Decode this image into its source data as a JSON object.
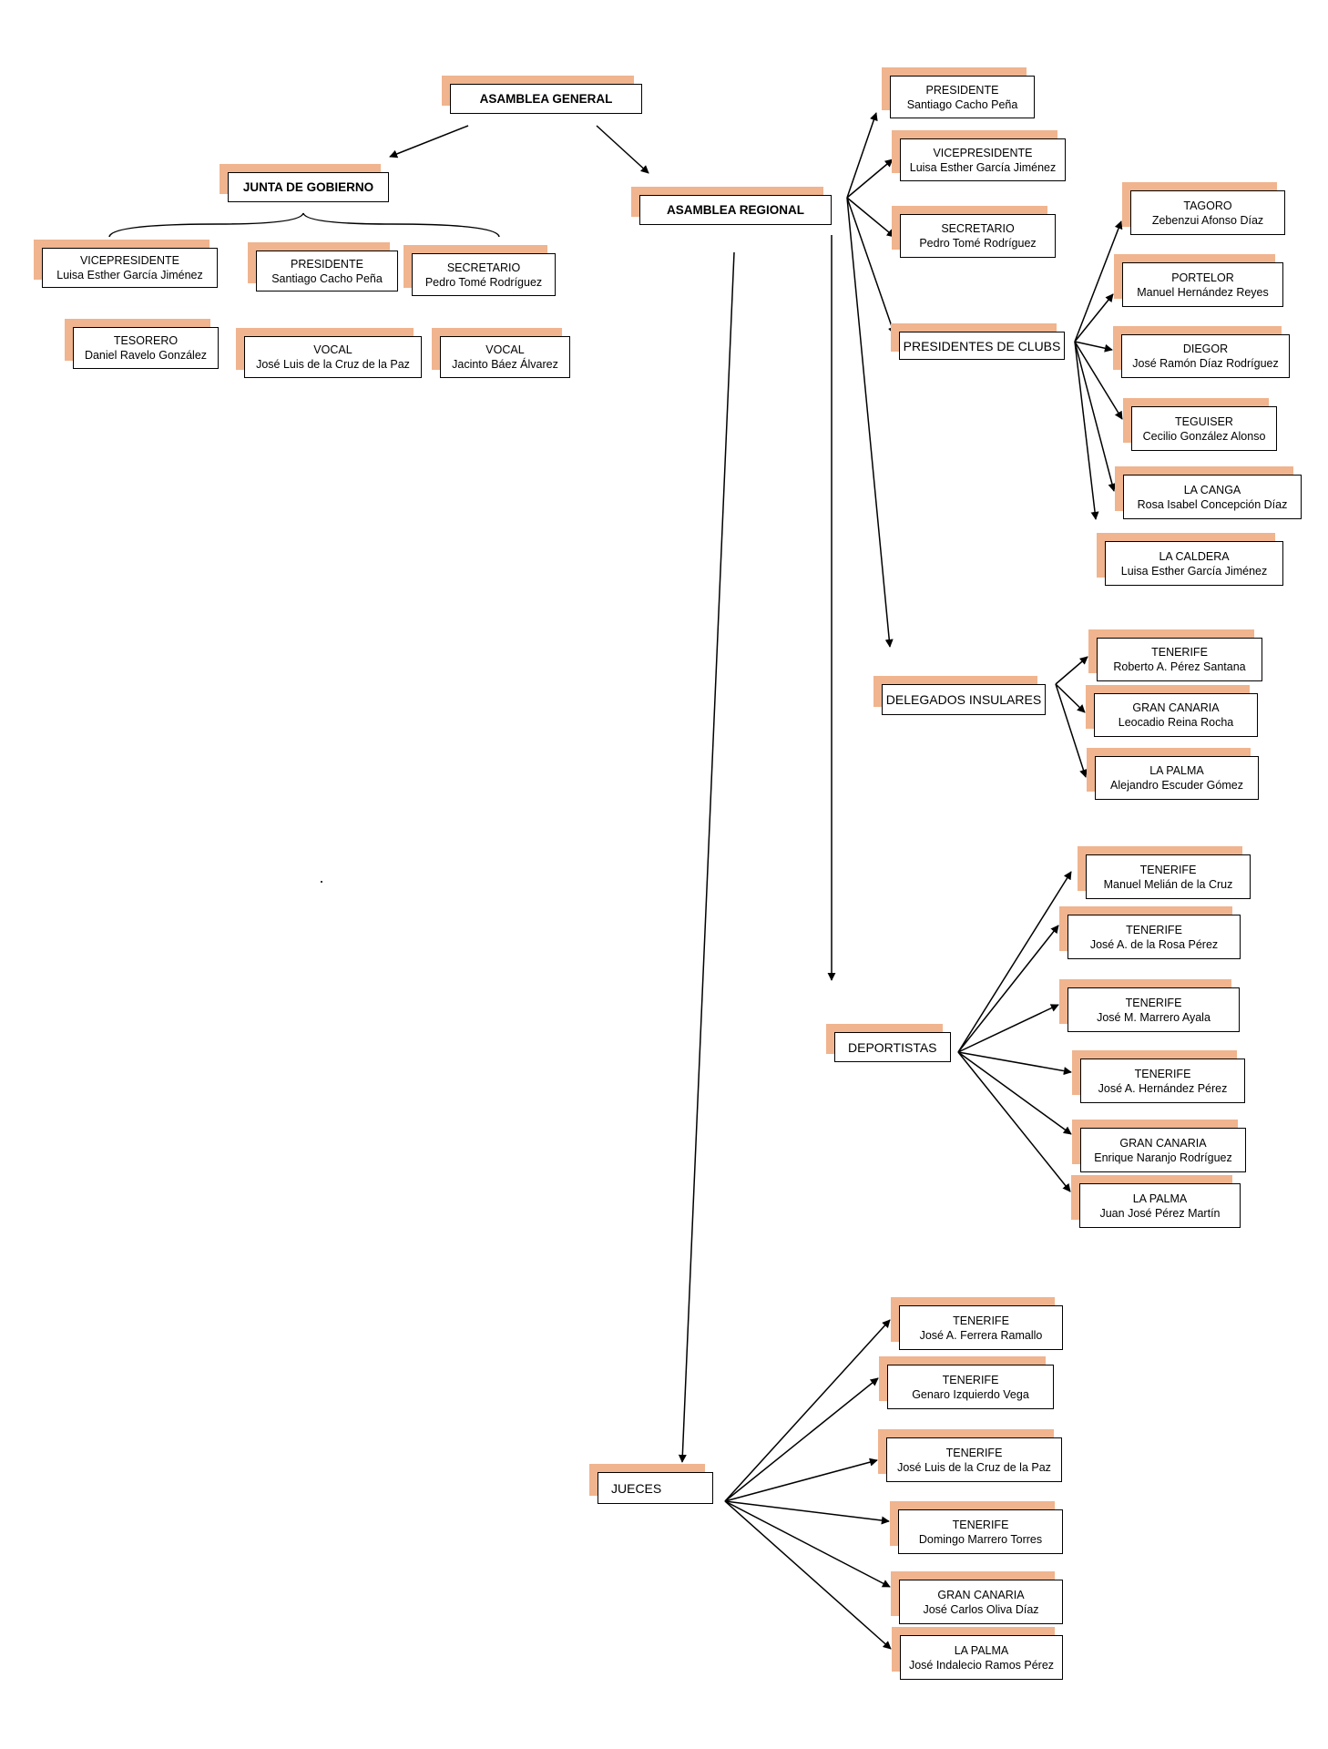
{
  "colors": {
    "shadow": "#f0b48e",
    "line": "#000000",
    "box_border": "#000000"
  },
  "top": {
    "asamblea_general": "ASAMBLEA GENERAL",
    "junta_de_gobierno": "JUNTA DE GOBIERNO",
    "asamblea_regional": "ASAMBLEA REGIONAL"
  },
  "junta": [
    {
      "role": "VICEPRESIDENTE",
      "name": "Luisa Esther García Jiménez"
    },
    {
      "role": "PRESIDENTE",
      "name": "Santiago Cacho Peña"
    },
    {
      "role": "SECRETARIO",
      "name": "Pedro Tomé Rodríguez"
    },
    {
      "role": "TESORERO",
      "name": "Daniel Ravelo González"
    },
    {
      "role": "VOCAL",
      "name": "José Luis de la Cruz de la Paz"
    },
    {
      "role": "VOCAL",
      "name": "Jacinto Báez Álvarez"
    }
  ],
  "regional": [
    {
      "role": "PRESIDENTE",
      "name": "Santiago Cacho Peña"
    },
    {
      "role": "VICEPRESIDENTE",
      "name": "Luisa Esther García Jiménez"
    },
    {
      "role": "SECRETARIO",
      "name": "Pedro Tomé Rodríguez"
    }
  ],
  "groups": {
    "presidentes_clubs": "PRESIDENTES DE CLUBS",
    "delegados_insulares": "DELEGADOS INSULARES",
    "deportistas": "DEPORTISTAS",
    "jueces": "JUECES"
  },
  "clubs": [
    {
      "role": "TAGORO",
      "name": "Zebenzui Afonso Díaz"
    },
    {
      "role": "PORTELOR",
      "name": "Manuel Hernández Reyes"
    },
    {
      "role": "DIEGOR",
      "name": "José Ramón Díaz Rodríguez"
    },
    {
      "role": "TEGUISER",
      "name": "Cecilio González Alonso"
    },
    {
      "role": "LA CANGA",
      "name": "Rosa Isabel Concepción Díaz"
    },
    {
      "role": "LA CALDERA",
      "name": "Luisa Esther García Jiménez"
    }
  ],
  "delegados": [
    {
      "role": "TENERIFE",
      "name": "Roberto A. Pérez Santana"
    },
    {
      "role": "GRAN CANARIA",
      "name": "Leocadio Reina Rocha"
    },
    {
      "role": "LA PALMA",
      "name": "Alejandro Escuder Gómez"
    }
  ],
  "deportistas": [
    {
      "role": "TENERIFE",
      "name": "Manuel Melián de la Cruz"
    },
    {
      "role": "TENERIFE",
      "name": "José A. de la Rosa Pérez"
    },
    {
      "role": "TENERIFE",
      "name": "José M. Marrero Ayala"
    },
    {
      "role": "TENERIFE",
      "name": "José A. Hernández Pérez"
    },
    {
      "role": "GRAN CANARIA",
      "name": "Enrique Naranjo Rodríguez"
    },
    {
      "role": "LA PALMA",
      "name": "Juan José Pérez Martín"
    }
  ],
  "jueces": [
    {
      "role": "TENERIFE",
      "name": "José A. Ferrera Ramallo"
    },
    {
      "role": "TENERIFE",
      "name": "Genaro Izquierdo Vega"
    },
    {
      "role": "TENERIFE",
      "name": "José Luis de la Cruz de la Paz"
    },
    {
      "role": "TENERIFE",
      "name": "Domingo Marrero Torres"
    },
    {
      "role": "GRAN CANARIA",
      "name": "José Carlos Oliva Díaz"
    },
    {
      "role": "LA PALMA",
      "name": "José Indalecio Ramos Pérez"
    }
  ]
}
